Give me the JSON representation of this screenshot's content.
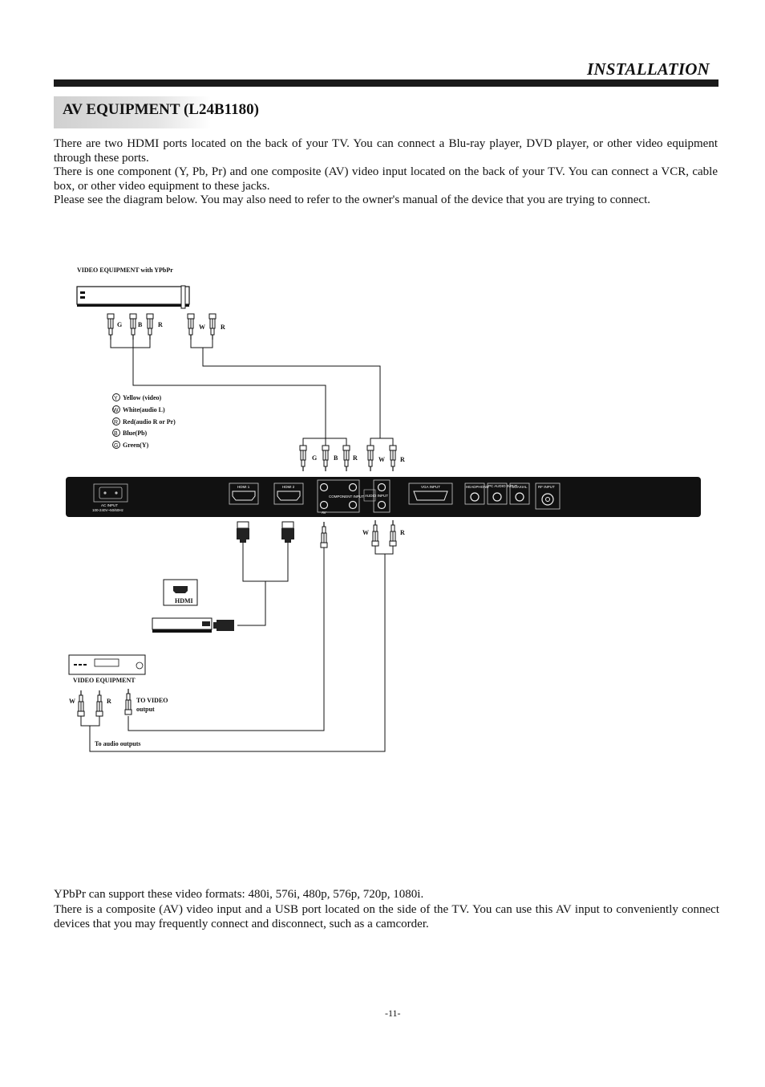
{
  "header": {
    "section_title": "INSTALLATION"
  },
  "subheading": "AV EQUIPMENT (L24B1180)",
  "intro": {
    "p1": "There are two HDMI ports located on the back of your TV.  You can connect a Blu-ray player, DVD player, or other video equipment through these ports.",
    "p2": "There is one component (Y, Pb, Pr) and one composite (AV) video input located on the back of your TV.  You can connect a VCR, cable box, or other video equipment to these jacks.",
    "p3": "Please see the diagram below. You may also need to refer to the owner's manual of the device that you are trying to connect."
  },
  "diagram": {
    "ypbpr_device_label": "VIDEO EQUIPMENT with YPbPr",
    "legend": [
      {
        "symbol": "Y",
        "text": "Yellow (video)"
      },
      {
        "symbol": "W",
        "text": "White(audio L)"
      },
      {
        "symbol": "R",
        "text": "Red(audio R or Pr)"
      },
      {
        "symbol": "B",
        "text": "Blue(Pb)"
      },
      {
        "symbol": "G",
        "text": "Green(Y)"
      }
    ],
    "plug_letters": {
      "g": "G",
      "b": "B",
      "r": "R",
      "w": "W"
    },
    "panel": {
      "ac_input": "AC INPUT",
      "ac_rating": "100-240V~50/60Hz",
      "hdmi1": "HDMI 1",
      "hdmi2": "HDMI 2",
      "component": "COMPONENT INPUT",
      "audio_input": "AUDIO INPUT",
      "av": "AV",
      "vga_input": "VGA INPUT",
      "headphone": "HEADPHONE",
      "pc_audio": "PC AUDIO INPUT",
      "coaxial": "COAXIAL",
      "rf_input": "RF INPUT"
    },
    "hdmi_device_label": "HDMI",
    "video_equipment_label": "VIDEO EQUIPMENT",
    "to_video_line1": "TO VIDEO",
    "to_video_line2": "output",
    "to_audio": "To audio outputs"
  },
  "footer": {
    "p1": "YPbPr can support these video formats: 480i, 576i, 480p, 576p, 720p, 1080i.",
    "p2": "There is a composite (AV) video input and a USB port located on the side of the TV.  You can use this AV input to conveniently connect devices that you may frequently connect and disconnect, such as a camcorder."
  },
  "page_number": "-11-"
}
